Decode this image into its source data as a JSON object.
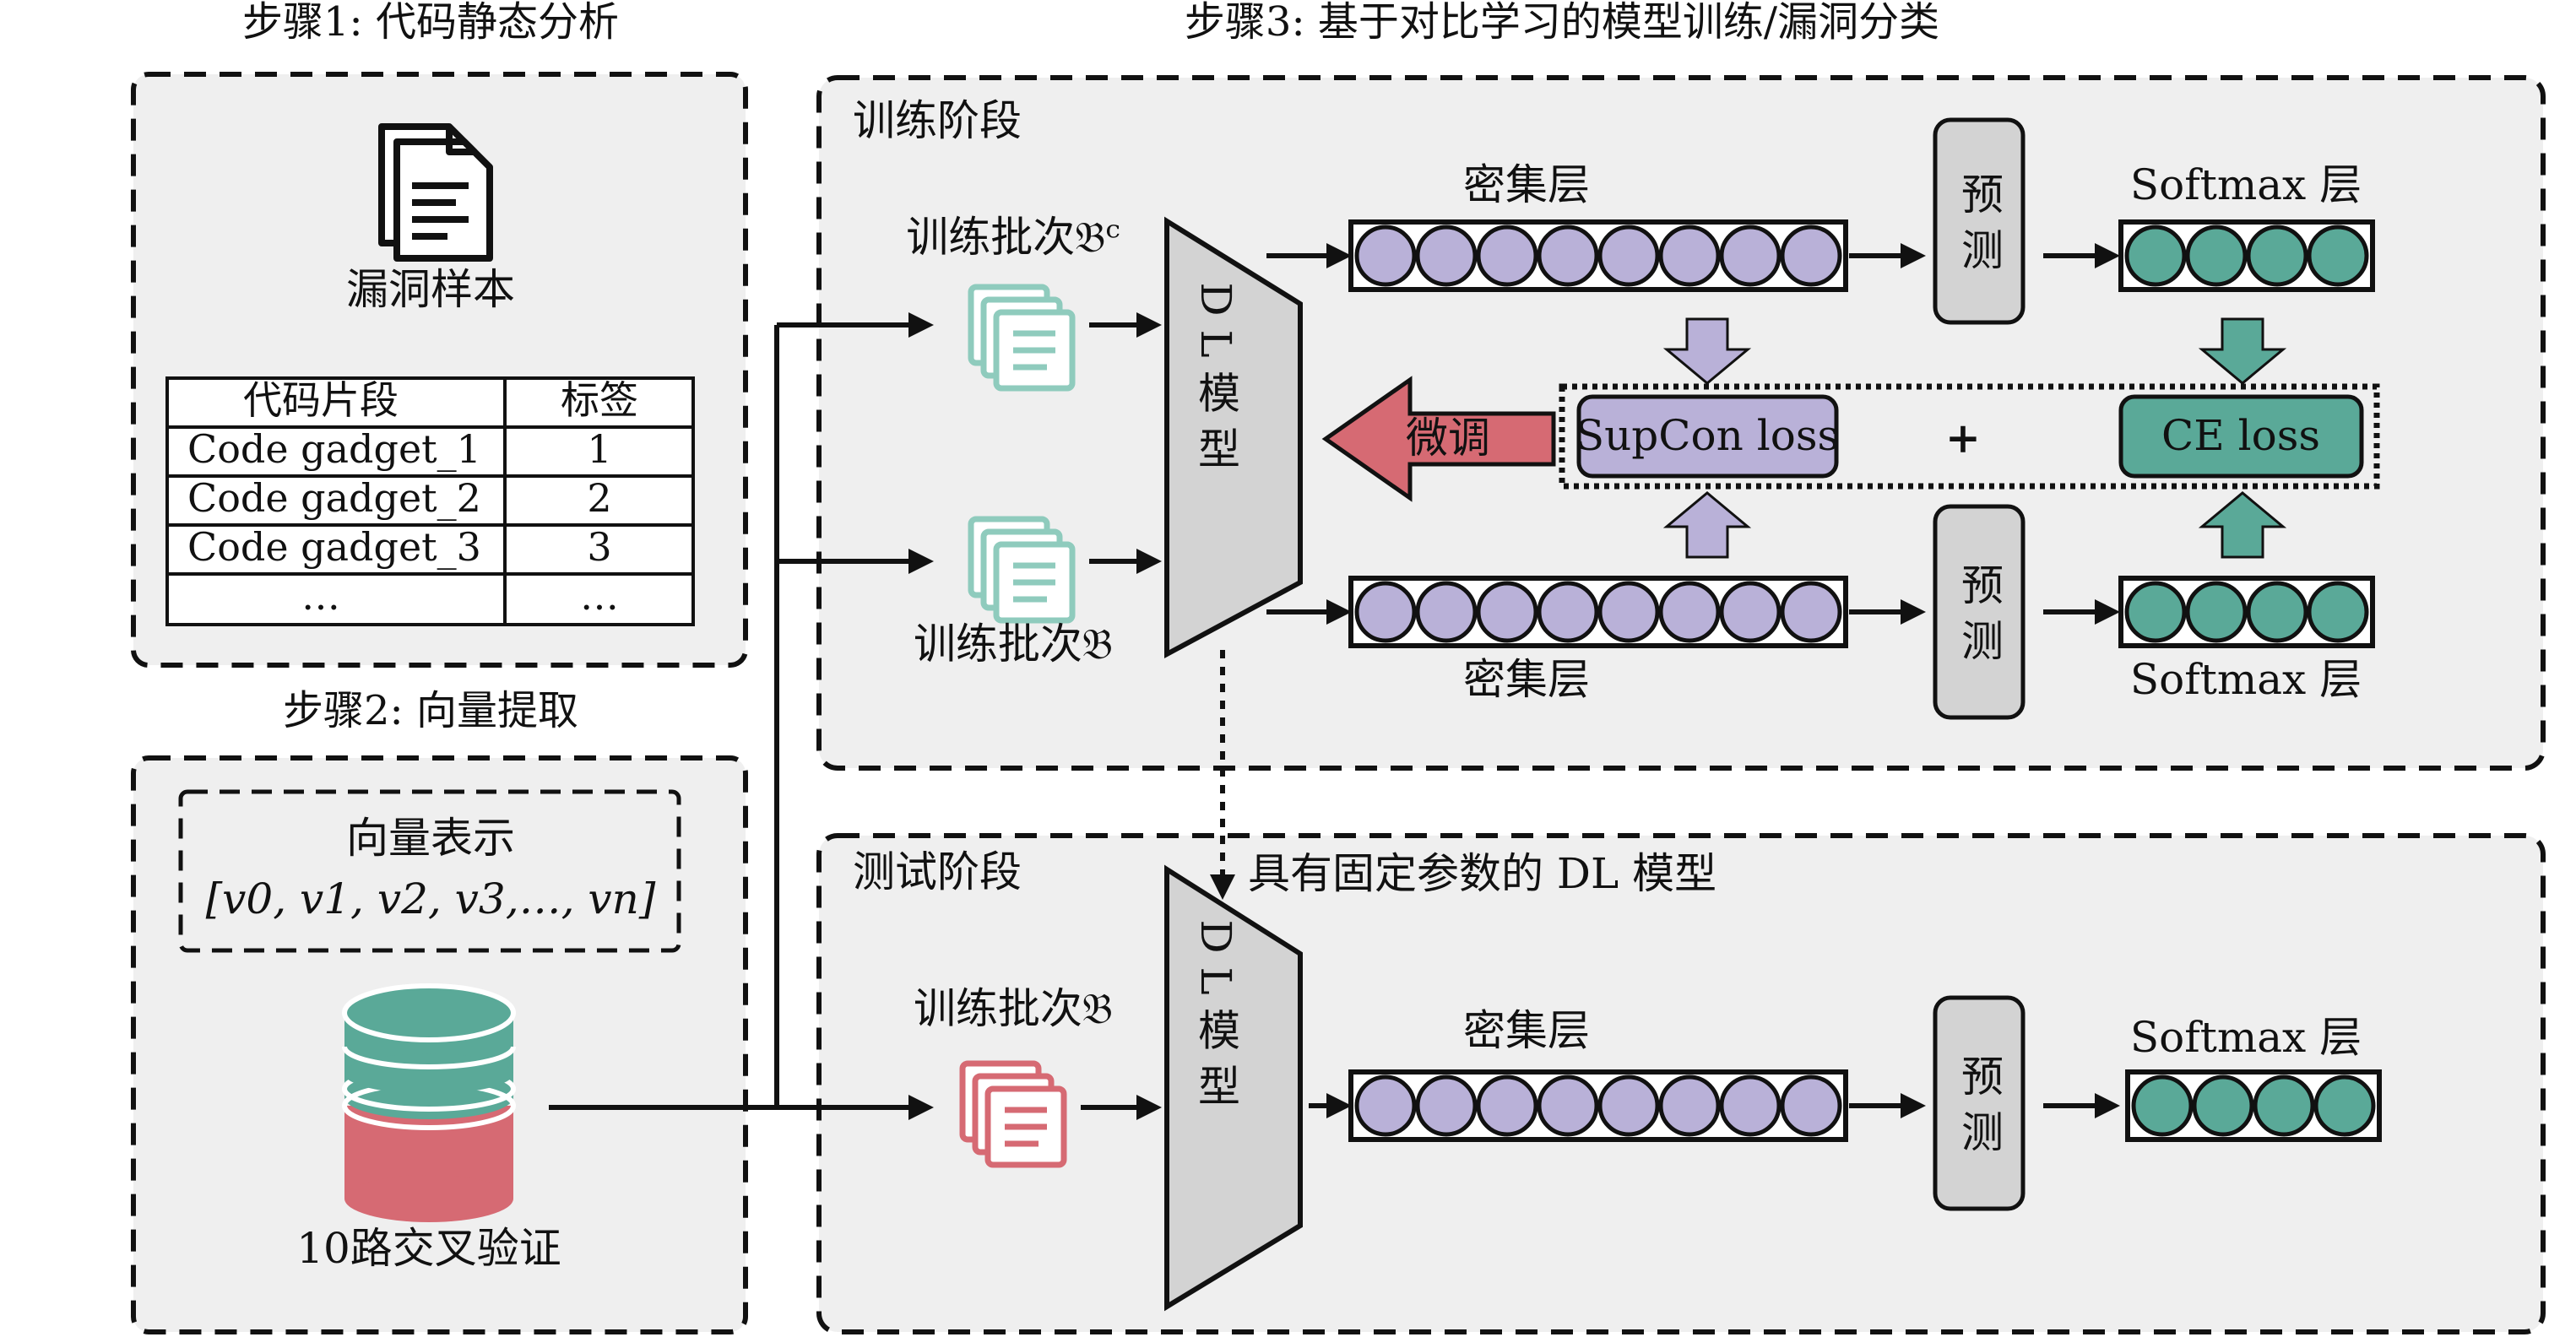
{
  "step1": {
    "title": "步骤1: 代码静态分析",
    "sample_label": "漏洞样本",
    "table": {
      "headers": [
        "代码片段",
        "标签"
      ],
      "rows": [
        [
          "Code gadget_1",
          "1"
        ],
        [
          "Code gadget_2",
          "2"
        ],
        [
          "Code gadget_3",
          "3"
        ],
        [
          "…",
          "…"
        ]
      ]
    }
  },
  "step2": {
    "title": "步骤2: 向量提取",
    "vector_title": "向量表示",
    "vector_expr": "[v0, v1, v2, v3,…, vn]",
    "db_label": "10路交叉验证"
  },
  "step3": {
    "title": "步骤3: 基于对比学习的模型训练/漏洞分类",
    "train_stage": "训练阶段",
    "test_stage": "测试阶段",
    "batch_c": "训练批次𝔅ᶜ",
    "batch": "训练批次𝔅",
    "model_label": "D L 模 型",
    "dense": "密集层",
    "predict": "预 测",
    "softmax": "Softmax 层",
    "finetune": "微调",
    "supcon": "SupCon loss",
    "plus": "+",
    "ce": "CE loss",
    "fixed_model": "具有固定参数的 DL 模型"
  },
  "colors": {
    "panel_bg": "#efefef",
    "purple": "#b9b1d8",
    "teal": "#5aa998",
    "teal_light": "#8fcbbd",
    "red": "#d66a73",
    "gray": "#d3d3d3"
  }
}
